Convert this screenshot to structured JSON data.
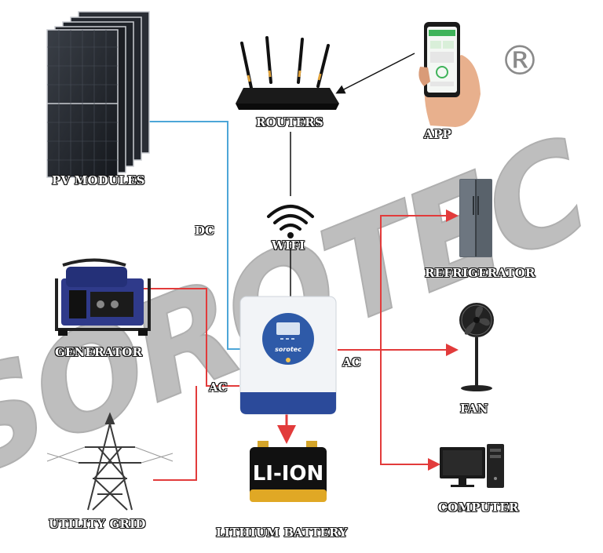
{
  "labels": {
    "pv": "PV MODULES",
    "routers": "ROUTERS",
    "app": "APP",
    "wifi": "WIFI",
    "refrigerator": "REFRIGERATOR",
    "generator": "GENERATOR",
    "fan": "FAN",
    "utility": "UTILITY GRID",
    "battery": "LITHIUM BATTERY",
    "computer": "COMPUTER"
  },
  "connections": {
    "dc": "DC",
    "ac_in": "AC",
    "ac_out": "AC"
  },
  "battery_text": "LI-ION",
  "watermark": "SOROTEC",
  "registered": "®",
  "inverter_brand": "sorotec",
  "colors": {
    "dc_line": "#4da6d8",
    "ac_line": "#e23b3b",
    "inverter_blue": "#2b4a9a",
    "watermark": "#8a8a8a"
  }
}
